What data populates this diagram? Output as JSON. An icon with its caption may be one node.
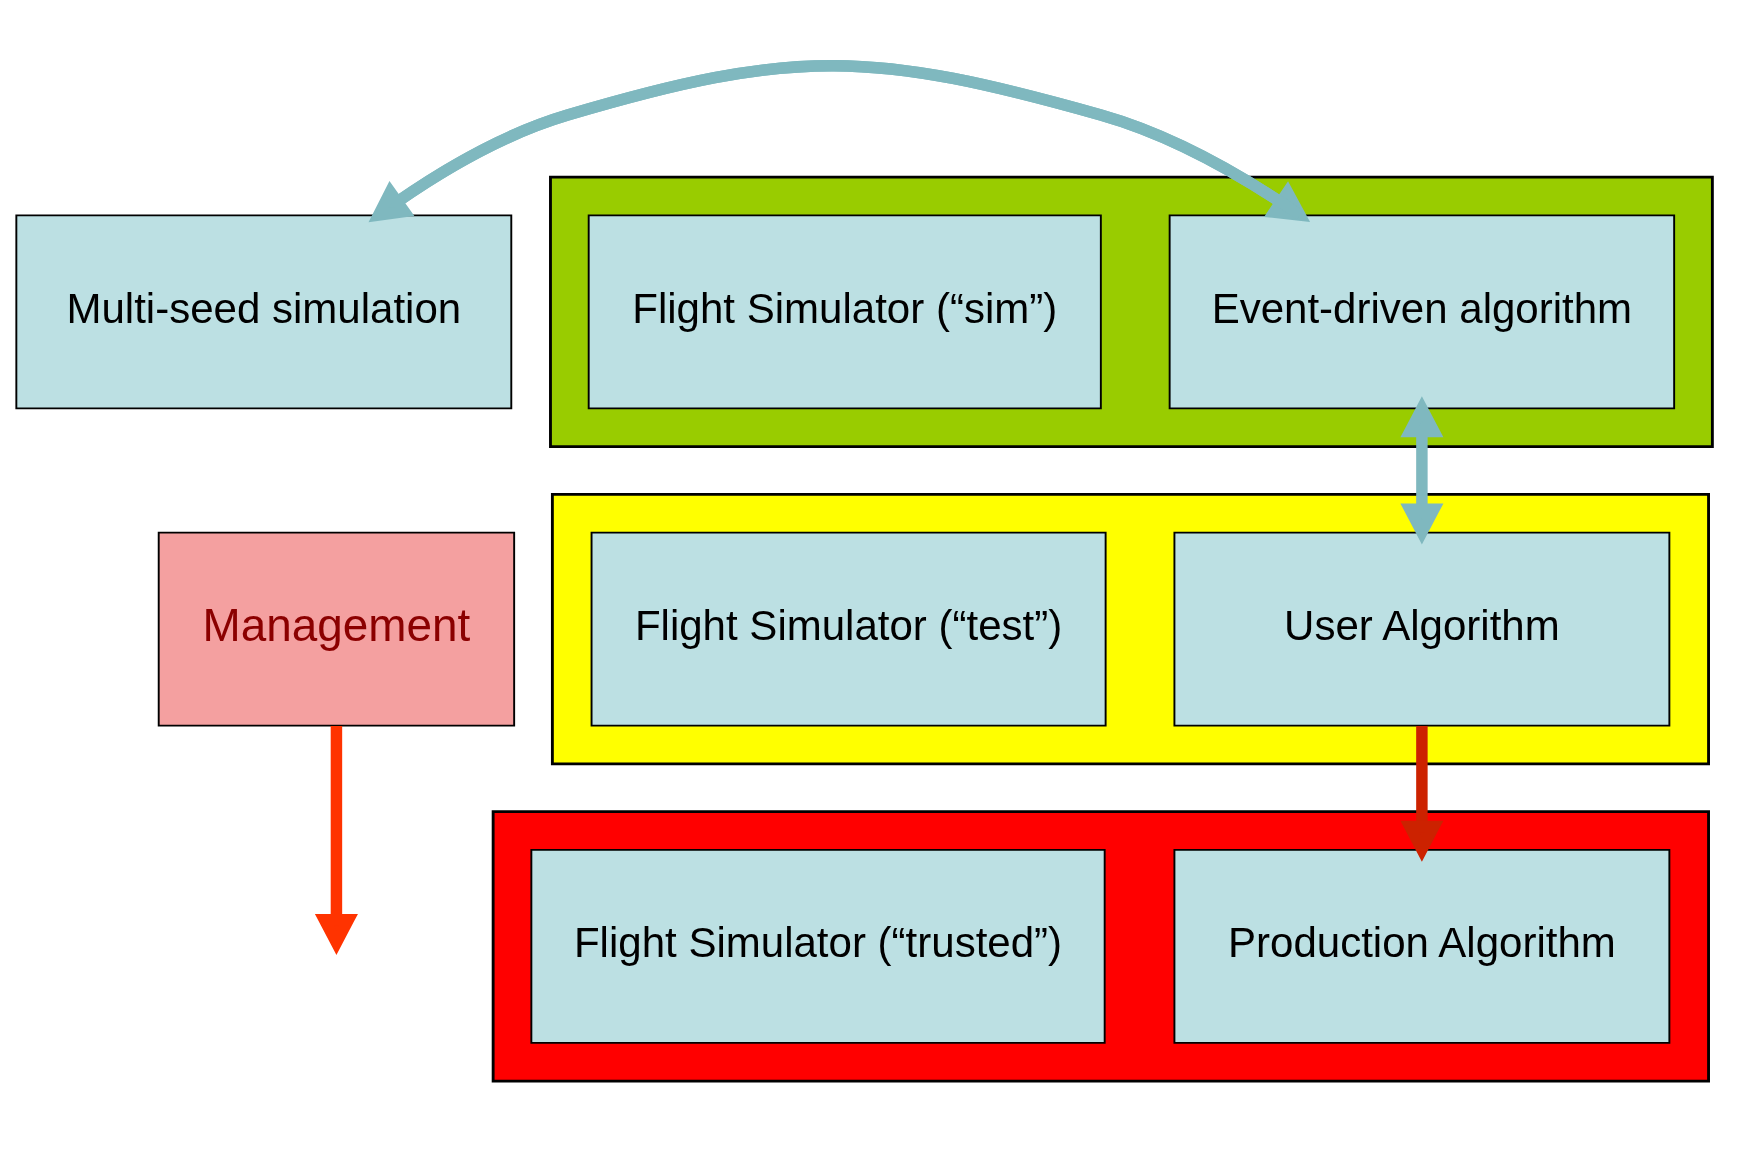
{
  "diagram": {
    "nodes": [
      {
        "text": [],
        "shape": "box"
      },
      {
        "text": [
          "Multi-seed simulation"
        ]
      },
      {
        "text": [
          "Event-driven algorithm"
        ],
        "in": 0
      },
      {
        "text": [
          "Flight Simulator (“sim”)"
        ],
        "in": 0
      },
      {
        "text": [],
        "shape": "box"
      },
      {
        "text": [
          "User Algorithm"
        ],
        "in": 4
      },
      {
        "text": [
          "Flight Simulator (“test”)"
        ],
        "in": 4
      },
      {
        "text": [],
        "shape": "box"
      },
      {
        "text": [
          "Production Algorithm"
        ],
        "in": 7
      },
      {
        "text": [
          "Flight Simulator (“trusted”)"
        ],
        "in": 7
      },
      {
        "text": [
          "Management"
        ]
      }
    ],
    "edges": [
      {
        "from": 1,
        "to": 2,
        "arrow": "to"
      },
      {
        "from": 2,
        "to": 1,
        "arrow": "to"
      },
      {
        "from": 2,
        "to": 5,
        "arrow": "both"
      },
      {
        "from": 5,
        "to": 8,
        "arrow": "to",
        "color": "#cc2200"
      },
      {
        "from": 10,
        "to": null,
        "arrow": "to",
        "color": "#ff3300"
      }
    ]
  }
}
